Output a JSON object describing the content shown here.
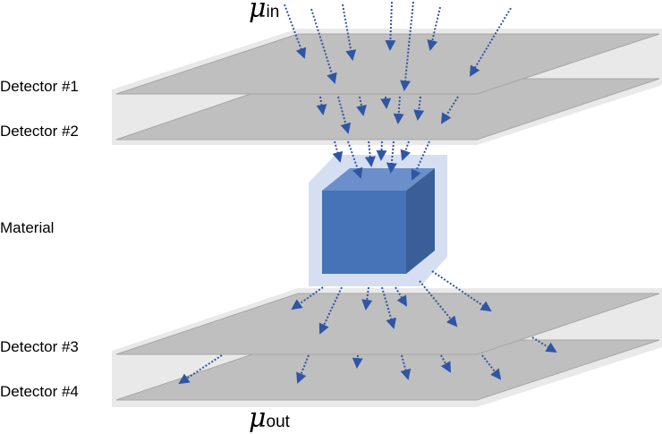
{
  "labels": {
    "detector1": "Detector #1",
    "detector2": "Detector #2",
    "material": "Material",
    "detector3": "Detector #3",
    "detector4": "Detector #4"
  },
  "mu_in": {
    "symbol": "μ",
    "sub": "in"
  },
  "mu_out": {
    "symbol": "μ",
    "sub": "out"
  },
  "colors": {
    "plate": "#bfbfbf",
    "plate_edge": "#a6a6a6",
    "slab": "#e9e9e9",
    "cube_front": "#4672b8",
    "cube_top": "#6b8fca",
    "cube_side": "#3b5e98",
    "cube_glow": "#d5dff1",
    "arrow": "#2f55a4"
  }
}
